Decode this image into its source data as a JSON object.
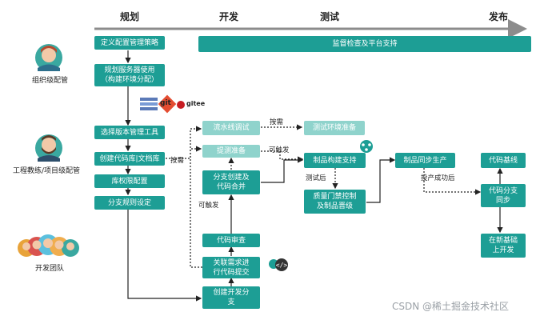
{
  "phases": [
    "规划",
    "开发",
    "测试",
    "发布"
  ],
  "roles": {
    "org": "组织级配管",
    "coach": "工程教练/项目级配管",
    "dev": "开发团队"
  },
  "boxes": {
    "define_policy": "定义配置管理策略",
    "plan_server_1": "规划服务器使用",
    "plan_server_2": "（构建环境分配）",
    "monitor": "监督检查及平台支持",
    "select_tool": "选择版本管理工具",
    "create_repo": "创建代码库|文档库",
    "permission": "库权限配置",
    "branch_rule": "分支规则设定",
    "pipeline": "流水线调试",
    "test_env": "测试环境准备",
    "prepare": "提测准备",
    "merge_1": "分支创建及",
    "merge_2": "代码合并",
    "build": "制品构建支持",
    "quality_1": "质量门禁控制",
    "quality_2": "及制品晋级",
    "sync": "制品同步生产",
    "baseline": "代码基线",
    "branch_sync_1": "代码分支",
    "branch_sync_2": "同步",
    "new_base_1": "在新基础",
    "new_base_2": "上开发",
    "review": "代码审查",
    "link_1": "关联需求进",
    "link_2": "行代码提交",
    "create_dev_1": "创建开发分",
    "create_dev_2": "支"
  },
  "labels": {
    "on_demand_1": "按需",
    "on_demand_2": "按需",
    "triggerable_1": "可触发",
    "triggerable_2": "可触发",
    "after_test": "测试后",
    "after_prod": "投产成功后"
  },
  "logos": {
    "git": "git",
    "gitee": "gitee"
  },
  "watermark": "CSDN @稀土掘金技术社区",
  "icons": [
    "svn-icon",
    "git-icon",
    "gitee-icon",
    "network-icon",
    "code-icon",
    "team-avatars"
  ],
  "colors": {
    "primary": "#1d9e95",
    "light": "#8fd3cc",
    "line": "#222222",
    "timeline": "#8c8c8c"
  }
}
